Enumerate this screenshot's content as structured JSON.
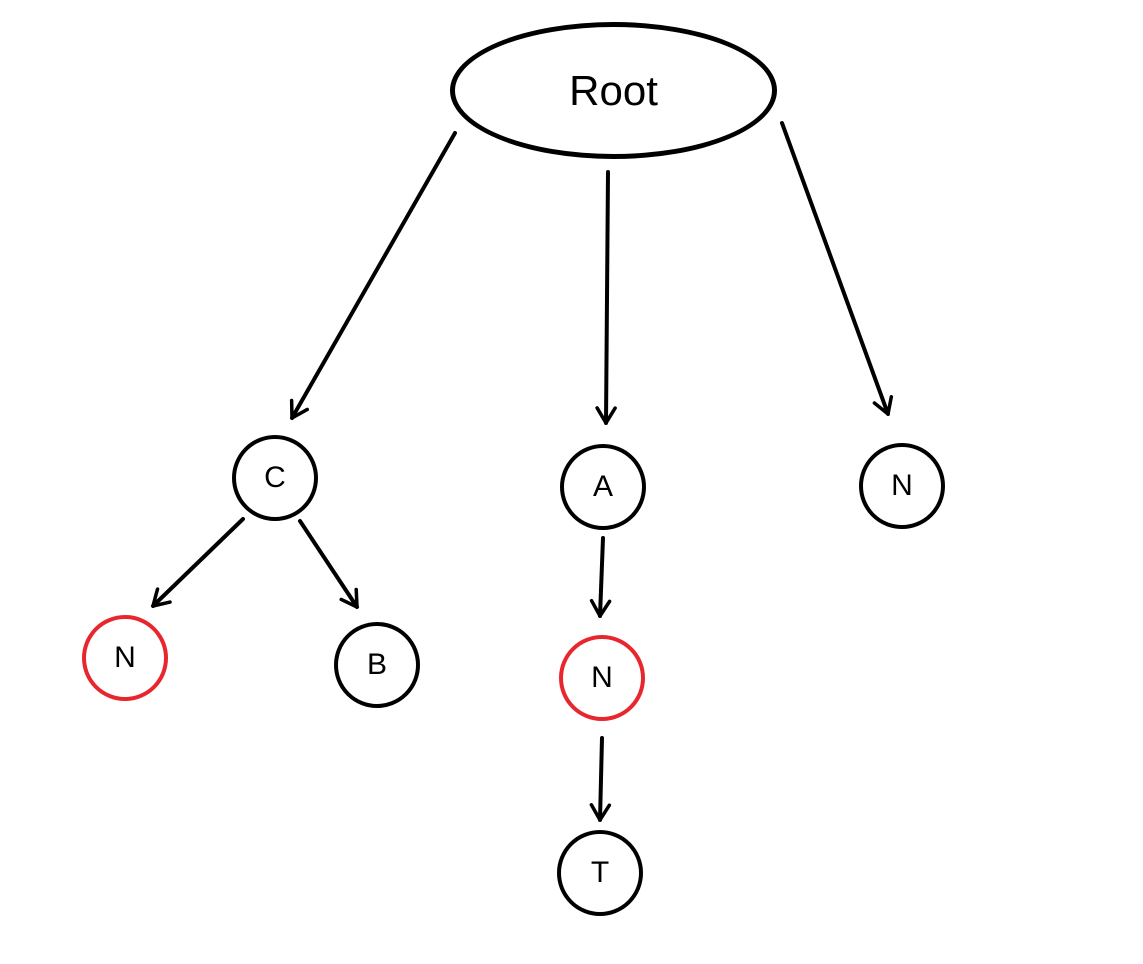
{
  "diagram": {
    "type": "tree",
    "background_color": "#ffffff",
    "colors": {
      "default_stroke": "#000000",
      "highlight_stroke": "#e8262d",
      "text": "#000000",
      "edge": "#000000"
    },
    "nodes": [
      {
        "id": "root",
        "label": "Root",
        "shape": "ellipse",
        "stroke_color": "#000000"
      },
      {
        "id": "c",
        "label": "C",
        "shape": "circle",
        "stroke_color": "#000000"
      },
      {
        "id": "a",
        "label": "A",
        "shape": "circle",
        "stroke_color": "#000000"
      },
      {
        "id": "n-right",
        "label": "N",
        "shape": "circle",
        "stroke_color": "#000000"
      },
      {
        "id": "n-left-red",
        "label": "N",
        "shape": "circle",
        "stroke_color": "#e8262d"
      },
      {
        "id": "b",
        "label": "B",
        "shape": "circle",
        "stroke_color": "#000000"
      },
      {
        "id": "n-mid-red",
        "label": "N",
        "shape": "circle",
        "stroke_color": "#e8262d"
      },
      {
        "id": "t",
        "label": "T",
        "shape": "circle",
        "stroke_color": "#000000"
      }
    ],
    "edges": [
      {
        "from": "root",
        "to": "c"
      },
      {
        "from": "root",
        "to": "a"
      },
      {
        "from": "root",
        "to": "n-right"
      },
      {
        "from": "c",
        "to": "n-left-red"
      },
      {
        "from": "c",
        "to": "b"
      },
      {
        "from": "a",
        "to": "n-mid-red"
      },
      {
        "from": "n-mid-red",
        "to": "t"
      }
    ]
  }
}
